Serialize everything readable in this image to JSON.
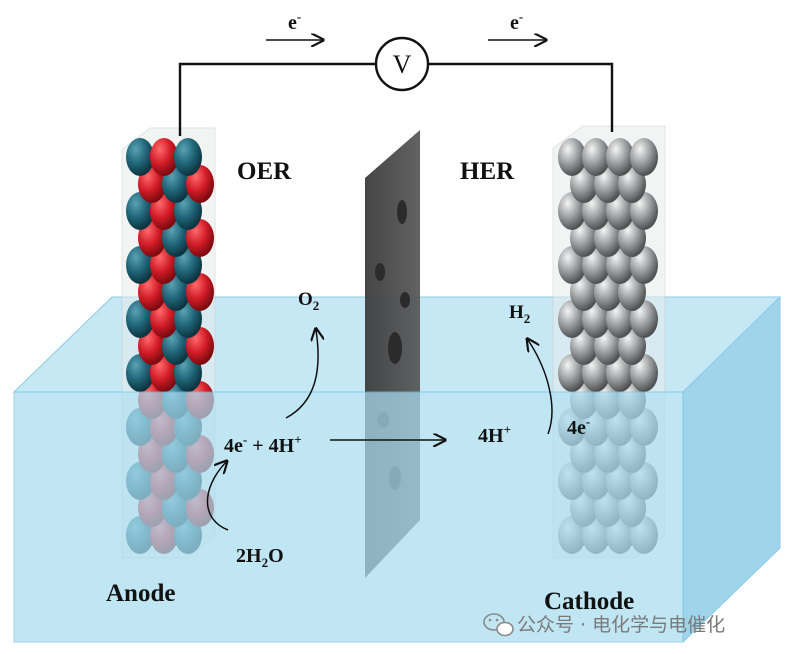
{
  "labels": {
    "electron_left": "e",
    "electron_left_sup": "-",
    "electron_right": "e",
    "electron_right_sup": "-",
    "voltmeter": "V",
    "oer": "OER",
    "her": "HER",
    "o2_main": "O",
    "o2_sub": "2",
    "h2_main": "H",
    "h2_sub": "2",
    "anode_reaction": {
      "p1": "4e",
      "p1_sup": "-",
      "p2": " + 4H",
      "p2_sup": "+"
    },
    "water": {
      "p1": "2H",
      "p1_sub": "2",
      "p2": "O"
    },
    "proton_right": {
      "p1": "4H",
      "p1_sup": "+"
    },
    "cathode_electron": {
      "p1": "4e",
      "p1_sup": "-"
    },
    "anode": "Anode",
    "cathode": "Cathode"
  },
  "watermark": {
    "icon": "wechat-icon",
    "text": "公众号 · 电化学与电催化"
  },
  "colors": {
    "electrolyte": "#a9dcef",
    "electrolyte_edge": "#7fc6e4",
    "anode_teal": "#1d5f70",
    "anode_red": "#d4202b",
    "cathode_gray": "#8f9193",
    "membrane": "#4a4a4a",
    "wire": "#111111"
  }
}
